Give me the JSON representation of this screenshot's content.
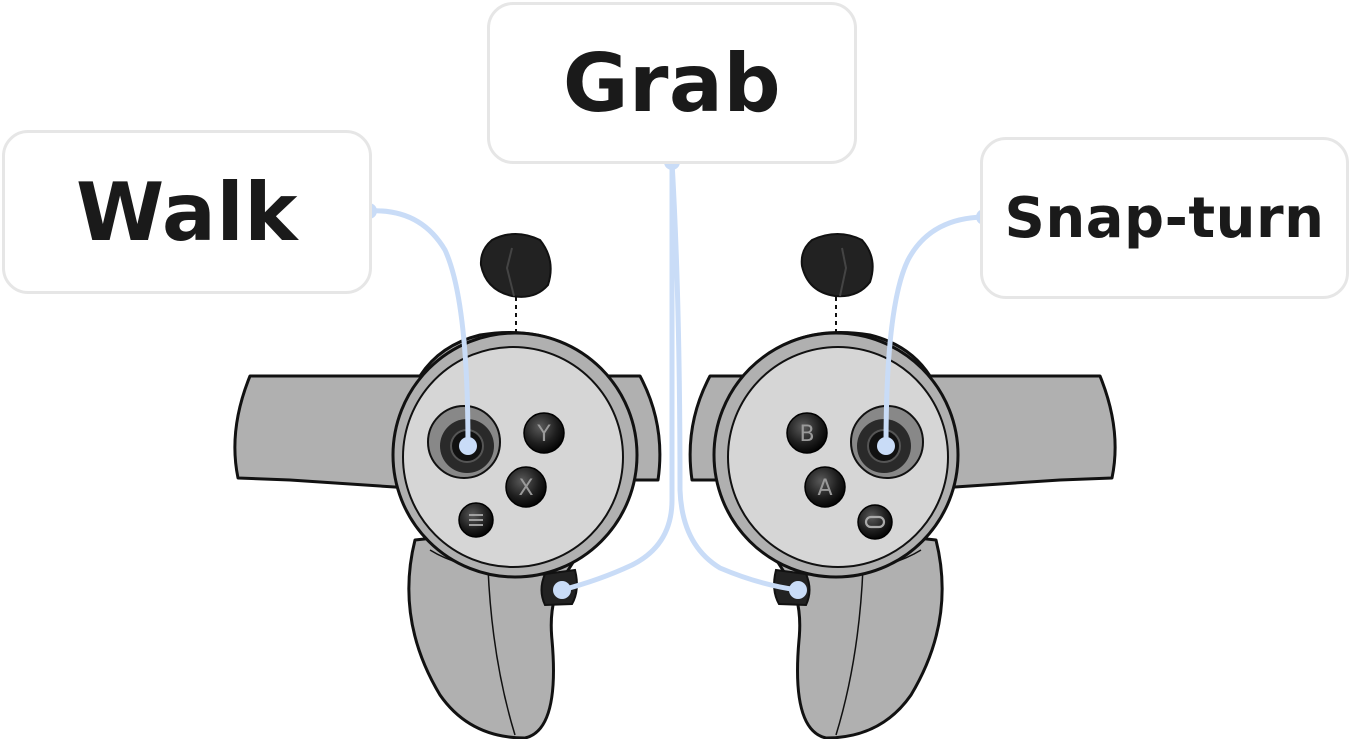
{
  "labels": {
    "walk": "Walk",
    "grab": "Grab",
    "snap_turn": "Snap-turn"
  },
  "buttons": {
    "left_top": "Y",
    "left_bottom": "X",
    "right_top": "B",
    "right_bottom": "A"
  },
  "colors": {
    "connector": "#c9dcf7",
    "controller_body": "#b0b0b0",
    "controller_face": "#d6d6d6",
    "outline": "#111111",
    "label_text": "#1a1a1a",
    "label_border": "#e6e6e6"
  },
  "icons": {
    "left_menu_button": "menu-icon",
    "right_system_button": "oculus-icon"
  }
}
